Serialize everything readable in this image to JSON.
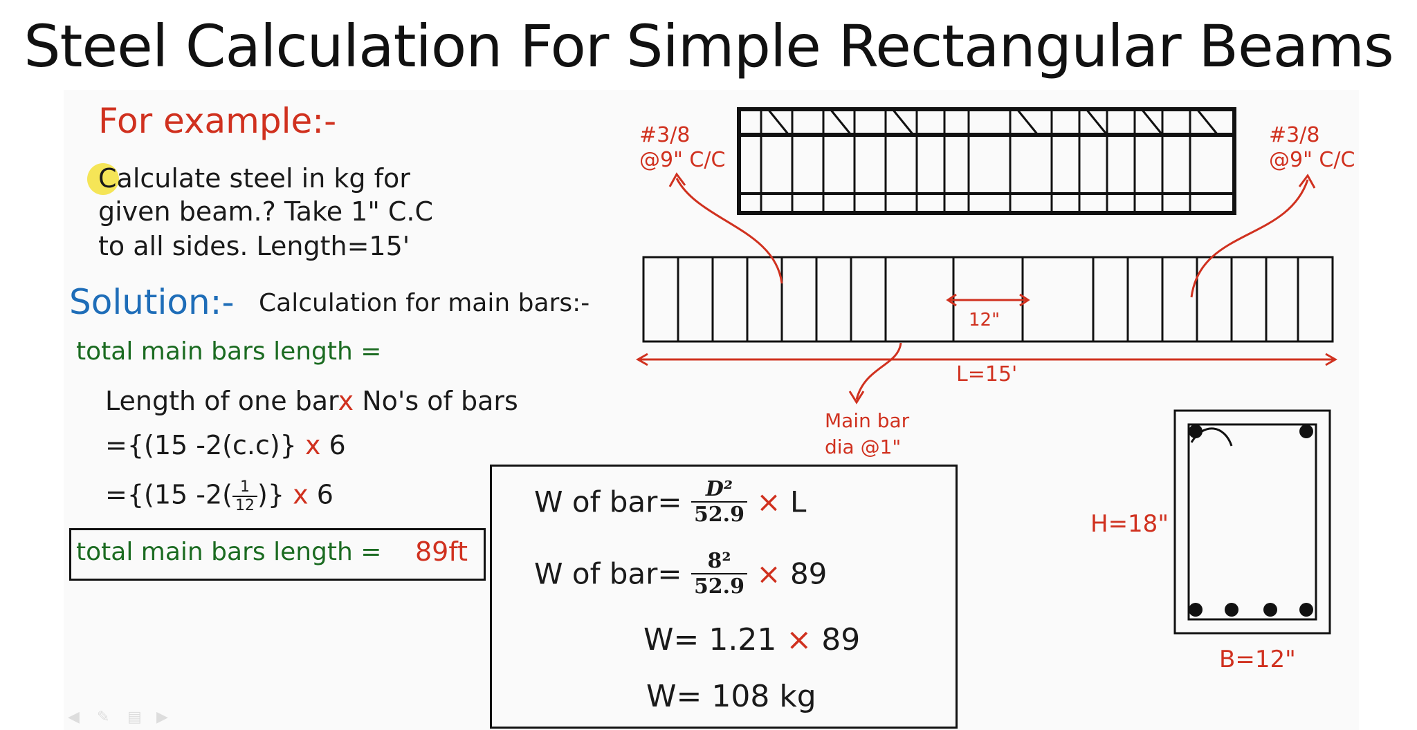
{
  "title": "Steel Calculation For Simple Rectangular Beams",
  "example": {
    "heading": "For example:-",
    "line1": "Calculate steel in kg for",
    "line2": "given beam.? Take 1\" C.C",
    "line3": "to all sides. Length=15'"
  },
  "solution": {
    "heading": "Solution:-",
    "subheading": "Calculation for main bars:-",
    "total_label": "total main bars length =",
    "step1_a": "Length of one bar",
    "step1_x": "x",
    "step1_b": "No's of bars",
    "step2_a": "={(15 -2(c.c)}",
    "step2_x": "x",
    "step2_b": "6",
    "step3_a": "={(15 -2(",
    "step3_num": "1",
    "step3_den": "12",
    "step3_b": ")}",
    "step3_x": "x",
    "step3_c": "6",
    "result_label": "total main bars length =",
    "result_value": "89ft"
  },
  "weight": {
    "line1_label": "W of bar=",
    "line1_num": "D²",
    "line1_den": "52.9",
    "line1_x": "×",
    "line1_tail": "L",
    "line2_label": "W of bar=",
    "line2_num": "8²",
    "line2_den": "52.9",
    "line2_x": "×",
    "line2_tail": "89",
    "line3_a": "W= 1.21",
    "line3_x": "×",
    "line3_b": "89",
    "line4": "W= 108 kg"
  },
  "diagram": {
    "stirrup_left_a": "#3/8",
    "stirrup_left_b": "@9\" C/C",
    "stirrup_right_a": "#3/8",
    "stirrup_right_b": "@9\" C/C",
    "spacing": "12\"",
    "length": "L=15'",
    "main_bar_a": "Main bar",
    "main_bar_b": "dia @1\"",
    "height": "H=18\"",
    "breadth": "B=12\""
  },
  "colors": {
    "accent_red": "#d0311f",
    "solution_blue": "#1e6db8",
    "text_green": "#1b6b21",
    "highlight_yellow": "#f3e03a"
  }
}
